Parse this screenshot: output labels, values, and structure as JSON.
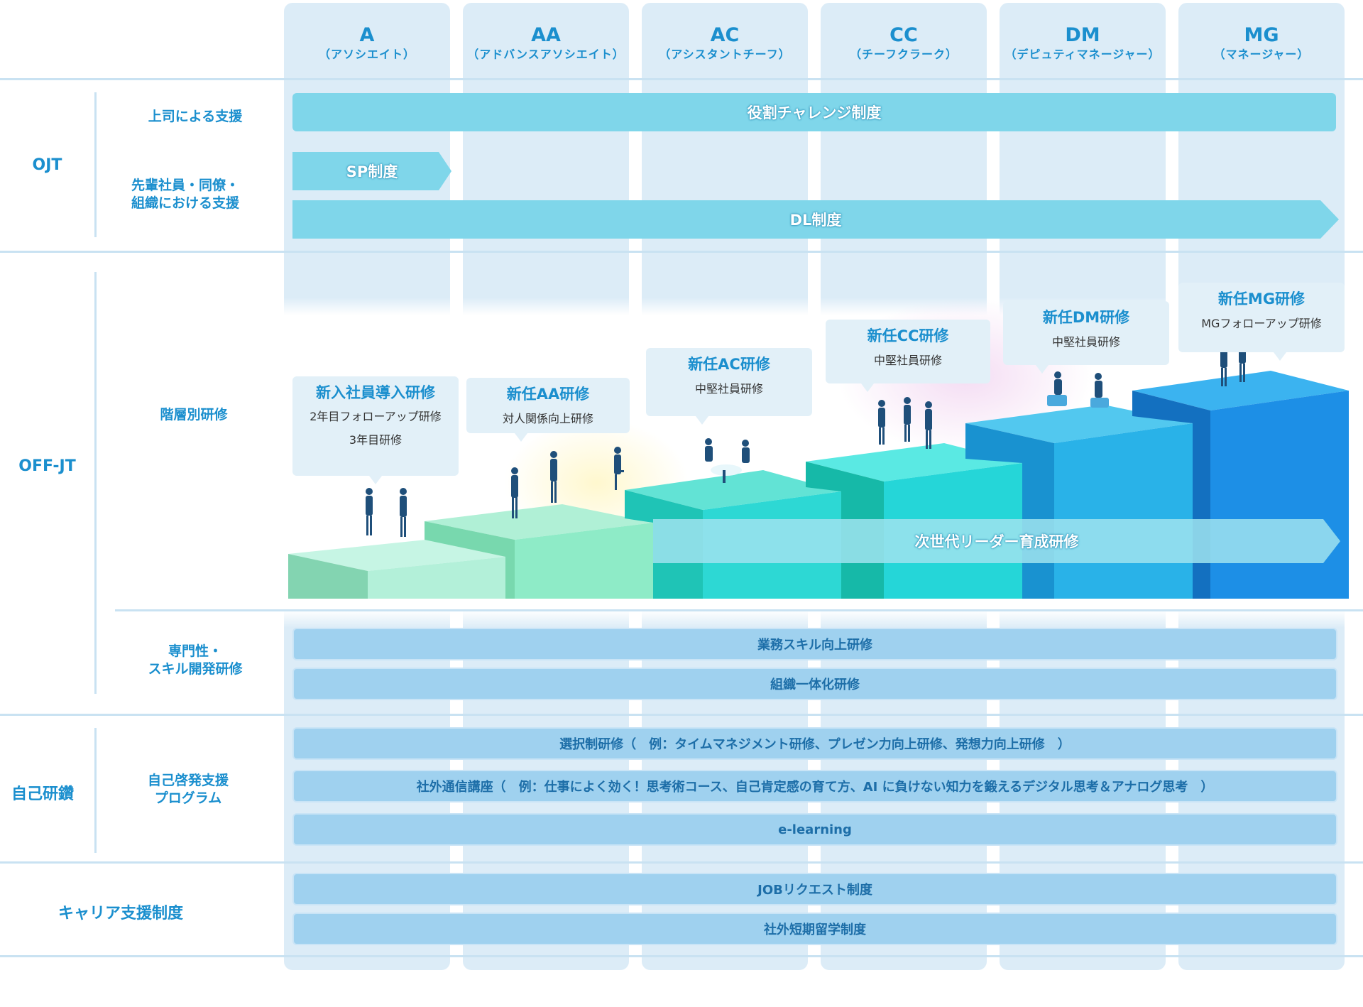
{
  "columns": [
    {
      "code": "A",
      "name": "（アソシエイト）"
    },
    {
      "code": "AA",
      "name": "（アドバンスアソシエイト）"
    },
    {
      "code": "AC",
      "name": "（アシスタントチーフ）"
    },
    {
      "code": "CC",
      "name": "（チーフクラーク）"
    },
    {
      "code": "DM",
      "name": "（デピュティマネージャー）"
    },
    {
      "code": "MG",
      "name": "（マネージャー）"
    }
  ],
  "categories": {
    "ojt": "OJT",
    "offjt": "OFF-JT",
    "self": "自己研鑽",
    "career": "キャリア支援制度"
  },
  "subcategories": {
    "boss": "上司による支援",
    "peer": [
      "先輩社員・同僚・",
      "組織における支援"
    ],
    "tier": "階層別研修",
    "skill": [
      "専門性・",
      "スキル開発研修"
    ],
    "selfdev": [
      "自己啓発支援",
      "プログラム"
    ]
  },
  "ojt_bars": {
    "role_challenge": "役割チャレンジ制度",
    "sp": "SP制度",
    "dl": "DL制度"
  },
  "tier_bubbles": [
    {
      "title": "新入社員導入研修",
      "lines": [
        "2年目フォローアップ研修",
        "3年目研修"
      ]
    },
    {
      "title": "新任AA研修",
      "lines": [
        "対人関係向上研修"
      ]
    },
    {
      "title": "新任AC研修",
      "lines": [
        "中堅社員研修"
      ]
    },
    {
      "title": "新任CC研修",
      "lines": [
        "中堅社員研修"
      ]
    },
    {
      "title": "新任DM研修",
      "lines": [
        "中堅社員研修"
      ]
    },
    {
      "title": "新任MG研修",
      "lines": [
        "MGフォローアップ研修"
      ]
    }
  ],
  "next_leader": "次世代リーダー育成研修",
  "skill_bars": [
    "業務スキル向上研修",
    "組織一体化研修"
  ],
  "self_bars": [
    "選択制研修（　例：タイムマネジメント研修、プレゼン力向上研修、発想力向上研修　）",
    "社外通信講座（　例：仕事によく効く！思考術コース、自己肯定感の育て方、AI に負けない知力を鍛えるデジタル思考＆アナログ思考　）",
    "e-learning"
  ],
  "career_bars": [
    "JOBリクエスト制度",
    "社外短期留学制度"
  ],
  "colors": {
    "accent": "#1b8fce",
    "bar_fill": "#9fd1ef",
    "ojt_bar": "#7fd6ea",
    "column_bg": "#dcecf7",
    "divider": "#c9e2f2",
    "step_colors": [
      "#a6efd8",
      "#7fe6c6",
      "#33ddd1",
      "#2ad8d8",
      "#27b2e9",
      "#1d8fe6"
    ]
  }
}
